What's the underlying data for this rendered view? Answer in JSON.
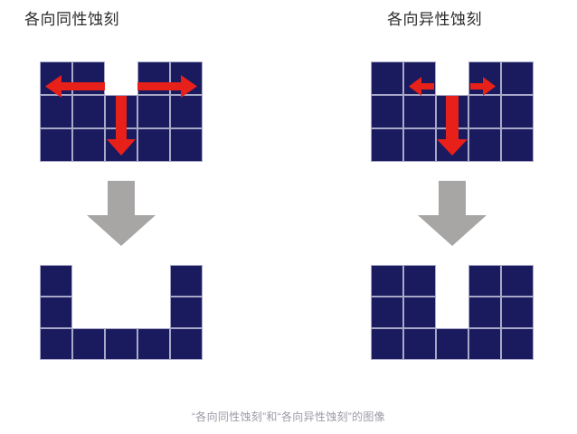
{
  "figure": {
    "background_color": "#ffffff",
    "caption": "“各向同性蚀刻”和“各向异性蚀刻”的图像",
    "material_color": "#1a1a5e",
    "grid_line_color": "#a8a8c8",
    "etch_arrow_color": "#e8201a",
    "process_arrow_color": "#a8a5a5",
    "title_color": "#2b2b2b",
    "caption_color": "#9a9aa6"
  },
  "panels": [
    {
      "id": "isotropic",
      "title": "各向同性蚀刻",
      "before": {
        "name": "substrate-grid-before",
        "columns": 5,
        "rows": 3,
        "mask_opening_columns": [
          3
        ],
        "filled_cells": [
          [
            1,
            1
          ],
          [
            1,
            2
          ],
          [
            1,
            4
          ],
          [
            1,
            5
          ],
          [
            2,
            1
          ],
          [
            2,
            2
          ],
          [
            2,
            3
          ],
          [
            2,
            4
          ],
          [
            2,
            5
          ],
          [
            3,
            1
          ],
          [
            3,
            2
          ],
          [
            3,
            3
          ],
          [
            3,
            4
          ],
          [
            3,
            5
          ]
        ],
        "arrows": [
          {
            "name": "etch-arrow-left",
            "direction": "left",
            "length": "long"
          },
          {
            "name": "etch-arrow-right",
            "direction": "right",
            "length": "long"
          },
          {
            "name": "etch-arrow-down",
            "direction": "down",
            "length": "long"
          }
        ]
      },
      "process_arrow": {
        "name": "process-arrow-down",
        "direction": "down"
      },
      "after": {
        "name": "substrate-grid-after",
        "columns": 5,
        "rows": 3,
        "etched_profile": "wide-u",
        "etched_width_columns": 3,
        "etched_depth_rows": 2,
        "filled_cells": [
          [
            1,
            1
          ],
          [
            1,
            5
          ],
          [
            2,
            1
          ],
          [
            2,
            5
          ],
          [
            3,
            1
          ],
          [
            3,
            2
          ],
          [
            3,
            3
          ],
          [
            3,
            4
          ],
          [
            3,
            5
          ]
        ]
      }
    },
    {
      "id": "anisotropic",
      "title": "各向异性蚀刻",
      "before": {
        "name": "substrate-grid-before",
        "columns": 5,
        "rows": 3,
        "mask_opening_columns": [
          3
        ],
        "filled_cells": [
          [
            1,
            1
          ],
          [
            1,
            2
          ],
          [
            1,
            4
          ],
          [
            1,
            5
          ],
          [
            2,
            1
          ],
          [
            2,
            2
          ],
          [
            2,
            3
          ],
          [
            2,
            4
          ],
          [
            2,
            5
          ],
          [
            3,
            1
          ],
          [
            3,
            2
          ],
          [
            3,
            3
          ],
          [
            3,
            4
          ],
          [
            3,
            5
          ]
        ],
        "arrows": [
          {
            "name": "etch-arrow-left",
            "direction": "left",
            "length": "short"
          },
          {
            "name": "etch-arrow-right",
            "direction": "right",
            "length": "short"
          },
          {
            "name": "etch-arrow-down",
            "direction": "down",
            "length": "long"
          }
        ]
      },
      "process_arrow": {
        "name": "process-arrow-down",
        "direction": "down"
      },
      "after": {
        "name": "substrate-grid-after",
        "columns": 5,
        "rows": 3,
        "etched_profile": "narrow-u",
        "etched_width_columns": 1,
        "etched_depth_rows": 2,
        "filled_cells": [
          [
            1,
            1
          ],
          [
            1,
            2
          ],
          [
            1,
            4
          ],
          [
            1,
            5
          ],
          [
            2,
            1
          ],
          [
            2,
            2
          ],
          [
            2,
            4
          ],
          [
            2,
            5
          ],
          [
            3,
            1
          ],
          [
            3,
            2
          ],
          [
            3,
            3
          ],
          [
            3,
            4
          ],
          [
            3,
            5
          ]
        ]
      }
    }
  ]
}
